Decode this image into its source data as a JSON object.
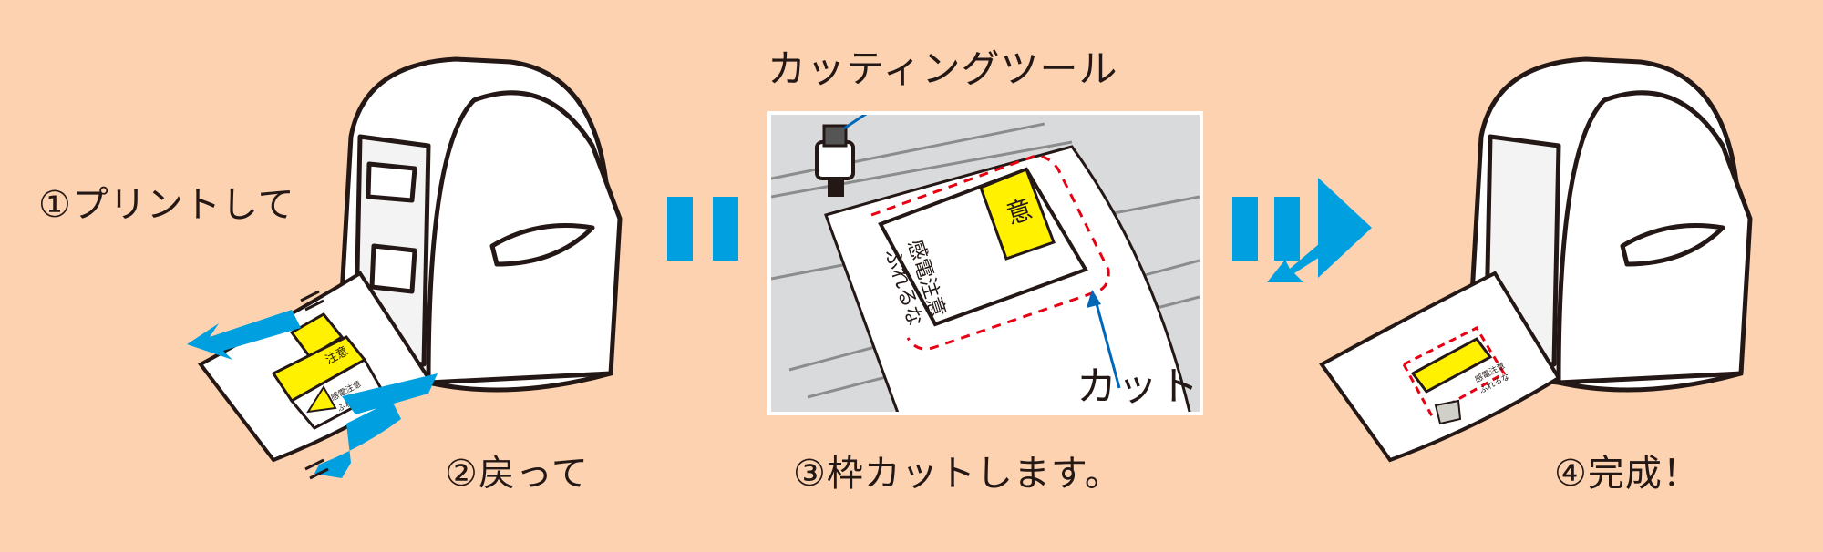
{
  "steps": {
    "step1": "①プリントして",
    "step2": "②戻って",
    "step3": "③枠カットします。",
    "step4": "④完成！"
  },
  "callouts": {
    "cutting_tool": "カッティングツール",
    "cut": "カット"
  },
  "label_text": {
    "caution": "注意",
    "caution_char": "意",
    "shock_warning": "感電注意",
    "do_not_touch": "ふれるな"
  },
  "colors": {
    "background": "#fdd2b0",
    "arrow_blue": "#00a0e0",
    "label_yellow": "#fff100",
    "cut_line": "#e60012"
  }
}
